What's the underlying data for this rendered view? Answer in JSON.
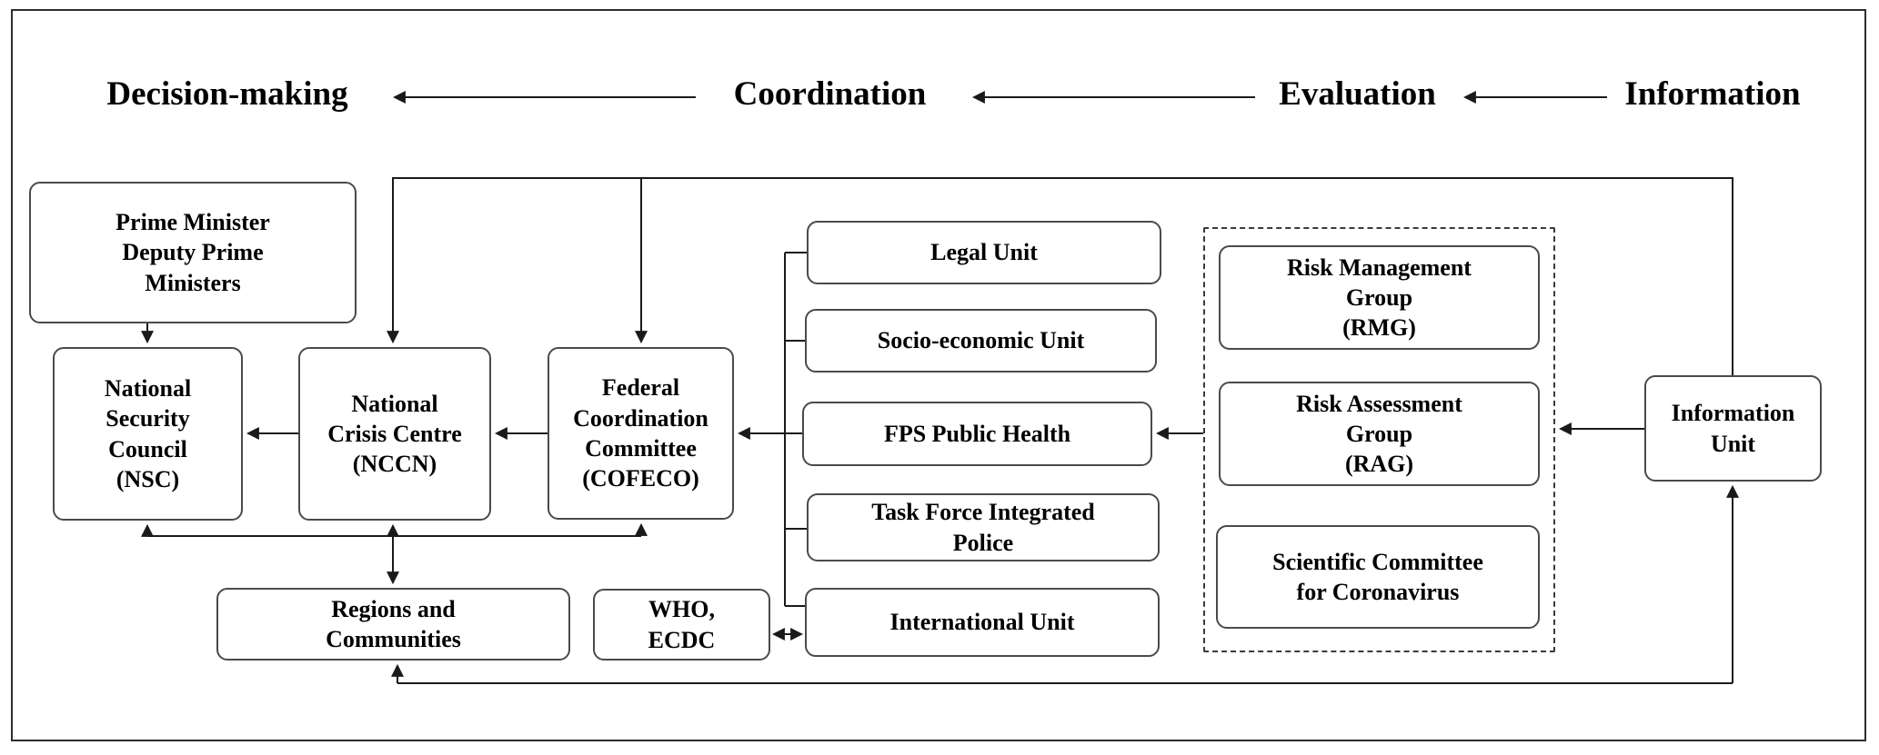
{
  "headers": {
    "decision": "Decision-making",
    "coordination": "Coordination",
    "evaluation": "Evaluation",
    "information": "Information"
  },
  "nodes": {
    "pm": {
      "label": "Prime Minister\nDeputy Prime\nMinisters"
    },
    "nsc": {
      "label": "National\nSecurity\nCouncil\n(NSC)"
    },
    "nccn": {
      "label": "National\nCrisis Centre\n(NCCN)"
    },
    "cofeco": {
      "label": "Federal\nCoordination\nCommittee\n(COFECO)"
    },
    "legal": {
      "label": "Legal Unit"
    },
    "socio": {
      "label": "Socio-economic Unit"
    },
    "fps": {
      "label": "FPS Public Health"
    },
    "taskforce": {
      "label": "Task Force Integrated\nPolice"
    },
    "intl": {
      "label": "International Unit"
    },
    "regions": {
      "label": "Regions and\nCommunities"
    },
    "who": {
      "label": "WHO,\nECDC"
    },
    "rmg": {
      "label": "Risk Management\nGroup\n(RMG)"
    },
    "rag": {
      "label": "Risk Assessment\nGroup\n(RAG)"
    },
    "scicom": {
      "label": "Scientific Committee\nfor Coronavirus"
    },
    "infounit": {
      "label": "Information\nUnit"
    }
  },
  "edges": [
    {
      "from": "Coordination",
      "to": "Decision-making"
    },
    {
      "from": "Evaluation",
      "to": "Coordination"
    },
    {
      "from": "Information",
      "to": "Evaluation"
    },
    {
      "from": "Prime Minister Deputy Prime Ministers",
      "to": "National Security Council (NSC)"
    },
    {
      "from": "National Crisis Centre (NCCN)",
      "to": "National Security Council (NSC)"
    },
    {
      "from": "Federal Coordination Committee (COFECO)",
      "to": "National Crisis Centre (NCCN)"
    },
    {
      "from": "FPS Public Health",
      "to": "Federal Coordination Committee (COFECO)"
    },
    {
      "from": "Risk Assessment Group (RAG)",
      "to": "FPS Public Health"
    },
    {
      "from": "Information Unit",
      "to": "RMG/RAG/Scientific Committee group"
    },
    {
      "from": "Information Unit (top feed line)",
      "to": "NCCN and COFECO"
    },
    {
      "from": "Regions and Communities",
      "to": "NCCN",
      "bidirectional": true
    },
    {
      "from": "Bottom feed line",
      "to": "NSC, COFECO, Regions and Communities, Information Unit"
    },
    {
      "from": "WHO, ECDC",
      "to": "International Unit",
      "bidirectional": true
    }
  ],
  "colors": {
    "line": "#1a1a1a",
    "box_border": "#4a4a4a",
    "frame_border": "#2e2e2e",
    "background": "#ffffff",
    "text": "#000000"
  }
}
